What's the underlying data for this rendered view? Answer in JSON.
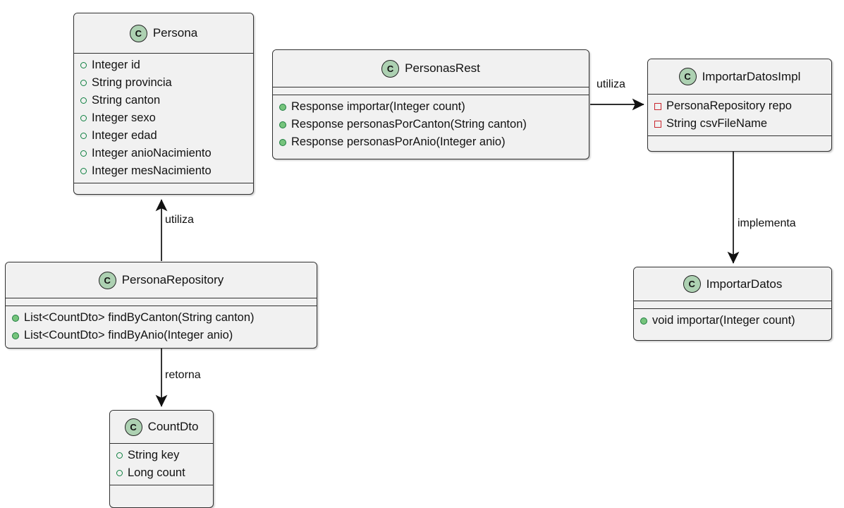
{
  "diagram": {
    "title": "UML Class Diagram",
    "background": "#FFFFFF",
    "colors": {
      "box_fill": "#F1F1F1",
      "box_border": "#303030",
      "class_icon_fill": "#ADD1B2",
      "public_marker": "#76C47C",
      "package_marker": "#0E8040",
      "private_marker": "#C9262E",
      "edge": "#111111"
    },
    "class_icon_letter": "C"
  },
  "classes": {
    "persona": {
      "name": "Persona",
      "attributes": [
        {
          "marker": "package",
          "text": "Integer id"
        },
        {
          "marker": "package",
          "text": "String provincia"
        },
        {
          "marker": "package",
          "text": "String canton"
        },
        {
          "marker": "package",
          "text": "Integer sexo"
        },
        {
          "marker": "package",
          "text": "Integer edad"
        },
        {
          "marker": "package",
          "text": "Integer anioNacimiento"
        },
        {
          "marker": "package",
          "text": "Integer mesNacimiento"
        }
      ],
      "methods": []
    },
    "personas_rest": {
      "name": "PersonasRest",
      "attributes": [],
      "methods": [
        {
          "marker": "public",
          "text": "Response importar(Integer count)"
        },
        {
          "marker": "public",
          "text": "Response personasPorCanton(String canton)"
        },
        {
          "marker": "public",
          "text": "Response personasPorAnio(Integer anio)"
        }
      ]
    },
    "importar_datos_impl": {
      "name": "ImportarDatosImpl",
      "attributes": [
        {
          "marker": "private",
          "text": "PersonaRepository repo"
        },
        {
          "marker": "private",
          "text": "String csvFileName"
        }
      ],
      "methods": []
    },
    "persona_repository": {
      "name": "PersonaRepository",
      "attributes": [],
      "methods": [
        {
          "marker": "public",
          "text": "List<CountDto> findByCanton(String canton)"
        },
        {
          "marker": "public",
          "text": "List<CountDto> findByAnio(Integer anio)"
        }
      ]
    },
    "importar_datos": {
      "name": "ImportarDatos",
      "attributes": [],
      "methods": [
        {
          "marker": "public",
          "text": "void importar(Integer count)"
        }
      ]
    },
    "count_dto": {
      "name": "CountDto",
      "attributes": [
        {
          "marker": "package",
          "text": "String key"
        },
        {
          "marker": "package",
          "text": "Long count"
        }
      ],
      "methods": []
    }
  },
  "relationships": [
    {
      "id": "personas-rest-to-importar-datos-impl",
      "label": "utiliza",
      "from": "personas_rest",
      "to": "importar_datos_impl",
      "direction": "right",
      "arrowhead": "solid"
    },
    {
      "id": "persona-repository-to-persona",
      "label": "utiliza",
      "from": "persona_repository",
      "to": "persona",
      "direction": "up",
      "arrowhead": "solid"
    },
    {
      "id": "persona-repository-to-count-dto",
      "label": "retorna",
      "from": "persona_repository",
      "to": "count_dto",
      "direction": "down",
      "arrowhead": "solid"
    },
    {
      "id": "importar-datos-impl-to-importar-datos",
      "label": "implementa",
      "from": "importar_datos_impl",
      "to": "importar_datos",
      "direction": "down",
      "arrowhead": "solid"
    }
  ]
}
